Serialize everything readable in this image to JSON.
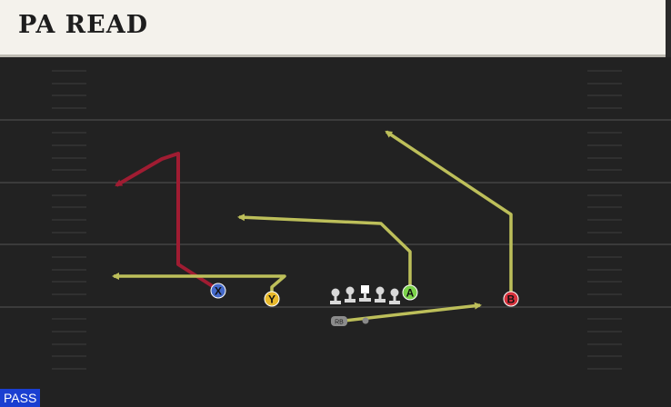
{
  "title": "PA READ",
  "badge": "PASS",
  "colors": {
    "field": "#222222",
    "yard_line": "#3a3a3a",
    "route_primary": "#bdbf5a",
    "route_red": "#a01c32",
    "player_x": "#4469c9",
    "player_y": "#e8b92c",
    "player_a": "#7bd24a",
    "player_b": "#d6323c",
    "lineman": "#d9d9d9"
  },
  "players": {
    "x": "X",
    "y": "Y",
    "a": "A",
    "b": "B",
    "rb": "RB"
  },
  "icons": [
    "lineman-icon",
    "center-icon",
    "route-arrow-icon"
  ]
}
